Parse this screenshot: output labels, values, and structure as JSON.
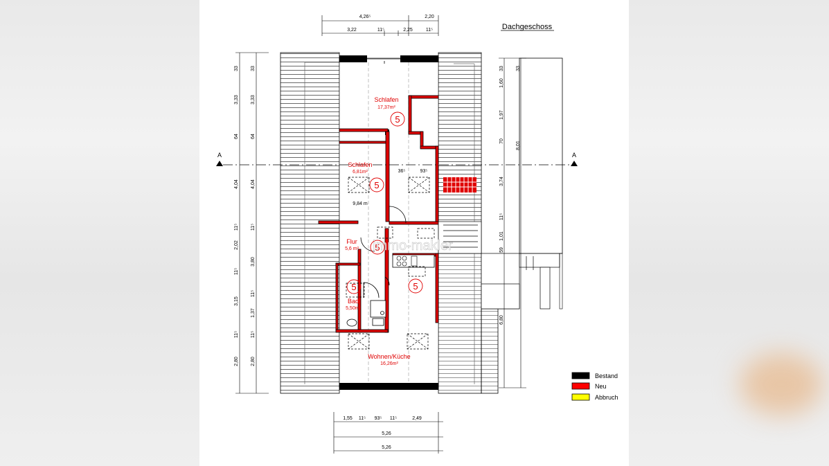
{
  "title": "Dachgeschoss",
  "watermark": "immo-makler",
  "section_marker": "A",
  "rooms": [
    {
      "name": "Schlafen",
      "area": "17,37m²",
      "badge": "5"
    },
    {
      "name": "Schlafen",
      "area": "6,81m²",
      "badge": "5"
    },
    {
      "name": "Flur",
      "area": "5,6 m²",
      "badge": "5"
    },
    {
      "name": "Bad",
      "area": "5,50m²",
      "badge": "5"
    },
    {
      "name": "Wohnen/Küche",
      "area": "16,26m²",
      "badge": "5"
    }
  ],
  "extra_labels": {
    "center_area": "9,84 m",
    "center_badge": "5",
    "inner_dim_1": "36⁵",
    "inner_dim_2": "93⁵"
  },
  "dimensions": {
    "top_row1": [
      "4,26⁵",
      "2,20"
    ],
    "top_row2": [
      "3,22",
      "11⁵",
      "2,25",
      "11⁵"
    ],
    "left_outer": [
      "33",
      "3,33",
      "64",
      "4,04",
      "11⁵",
      "2,02",
      "11⁵",
      "3,15",
      "11⁵",
      "2,80"
    ],
    "left_inner": [
      "33",
      "3,33",
      "64",
      "4,04",
      "11⁵",
      "3,80",
      "11⁵",
      "1,37",
      "11⁵",
      "2,80"
    ],
    "right_inner": [
      "33",
      "1,60",
      "1,97",
      "70",
      "3,74",
      "11⁵",
      "1,01",
      "59",
      "6,80"
    ],
    "right_outer": [
      "33",
      "8,01"
    ],
    "bottom_row1": [
      "1,55",
      "11⁵",
      "93⁵",
      "11⁵",
      "2,49"
    ],
    "bottom_row2": [
      "5,26"
    ],
    "bottom_row3": [
      "5,26"
    ]
  },
  "legend": [
    {
      "label": "Bestand",
      "color": "#000000"
    },
    {
      "label": "Neu",
      "color": "#ff0000"
    },
    {
      "label": "Abbruch",
      "color": "#ffff00"
    }
  ]
}
